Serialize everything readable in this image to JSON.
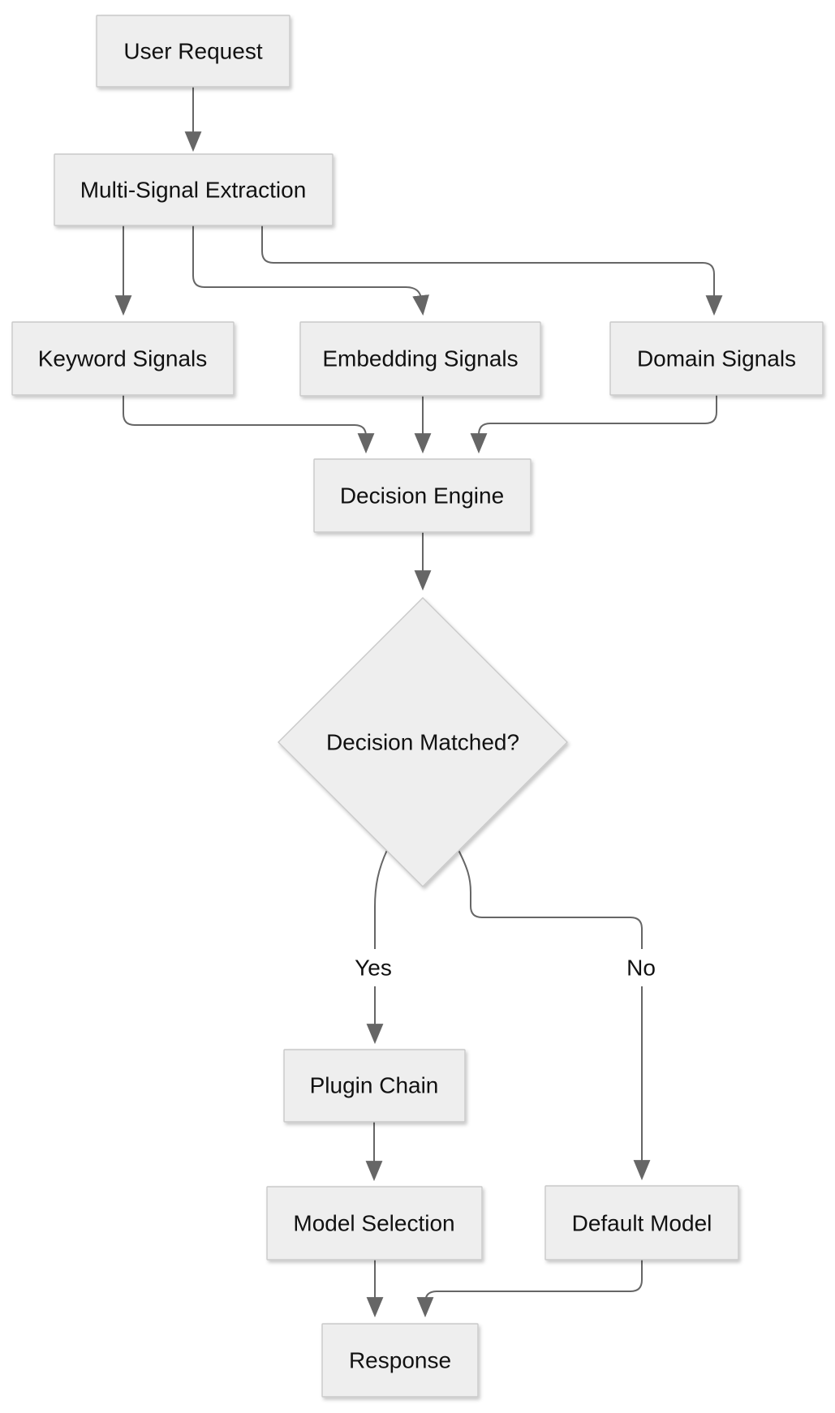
{
  "diagram": {
    "type": "flowchart",
    "direction": "top-down",
    "theme": {
      "background": "#ffffff",
      "node_fill": "#eeeeee",
      "node_border": "#c9c9c9",
      "edge_color": "#666666",
      "text_color": "#111111"
    },
    "nodes": [
      {
        "id": "user-request",
        "label": "User Request",
        "shape": "rect"
      },
      {
        "id": "multi-signal-extraction",
        "label": "Multi-Signal Extraction",
        "shape": "rect"
      },
      {
        "id": "keyword-signals",
        "label": "Keyword Signals",
        "shape": "rect"
      },
      {
        "id": "embedding-signals",
        "label": "Embedding Signals",
        "shape": "rect"
      },
      {
        "id": "domain-signals",
        "label": "Domain Signals",
        "shape": "rect"
      },
      {
        "id": "decision-engine",
        "label": "Decision Engine",
        "shape": "rect"
      },
      {
        "id": "decision-matched",
        "label": "Decision Matched?",
        "shape": "diamond"
      },
      {
        "id": "plugin-chain",
        "label": "Plugin Chain",
        "shape": "rect"
      },
      {
        "id": "model-selection",
        "label": "Model Selection",
        "shape": "rect"
      },
      {
        "id": "default-model",
        "label": "Default Model",
        "shape": "rect"
      },
      {
        "id": "response",
        "label": "Response",
        "shape": "rect"
      }
    ],
    "edge_labels": [
      {
        "label": "Yes"
      },
      {
        "label": "No"
      }
    ],
    "edges": [
      {
        "from": "User Request",
        "to": "Multi-Signal Extraction",
        "label": ""
      },
      {
        "from": "Multi-Signal Extraction",
        "to": "Keyword Signals",
        "label": ""
      },
      {
        "from": "Multi-Signal Extraction",
        "to": "Embedding Signals",
        "label": ""
      },
      {
        "from": "Multi-Signal Extraction",
        "to": "Domain Signals",
        "label": ""
      },
      {
        "from": "Keyword Signals",
        "to": "Decision Engine",
        "label": ""
      },
      {
        "from": "Embedding Signals",
        "to": "Decision Engine",
        "label": ""
      },
      {
        "from": "Domain Signals",
        "to": "Decision Engine",
        "label": ""
      },
      {
        "from": "Decision Engine",
        "to": "Decision Matched?",
        "label": ""
      },
      {
        "from": "Decision Matched?",
        "to": "Plugin Chain",
        "label": "Yes"
      },
      {
        "from": "Decision Matched?",
        "to": "Default Model",
        "label": "No"
      },
      {
        "from": "Plugin Chain",
        "to": "Model Selection",
        "label": ""
      },
      {
        "from": "Model Selection",
        "to": "Response",
        "label": ""
      },
      {
        "from": "Default Model",
        "to": "Response",
        "label": ""
      }
    ]
  }
}
